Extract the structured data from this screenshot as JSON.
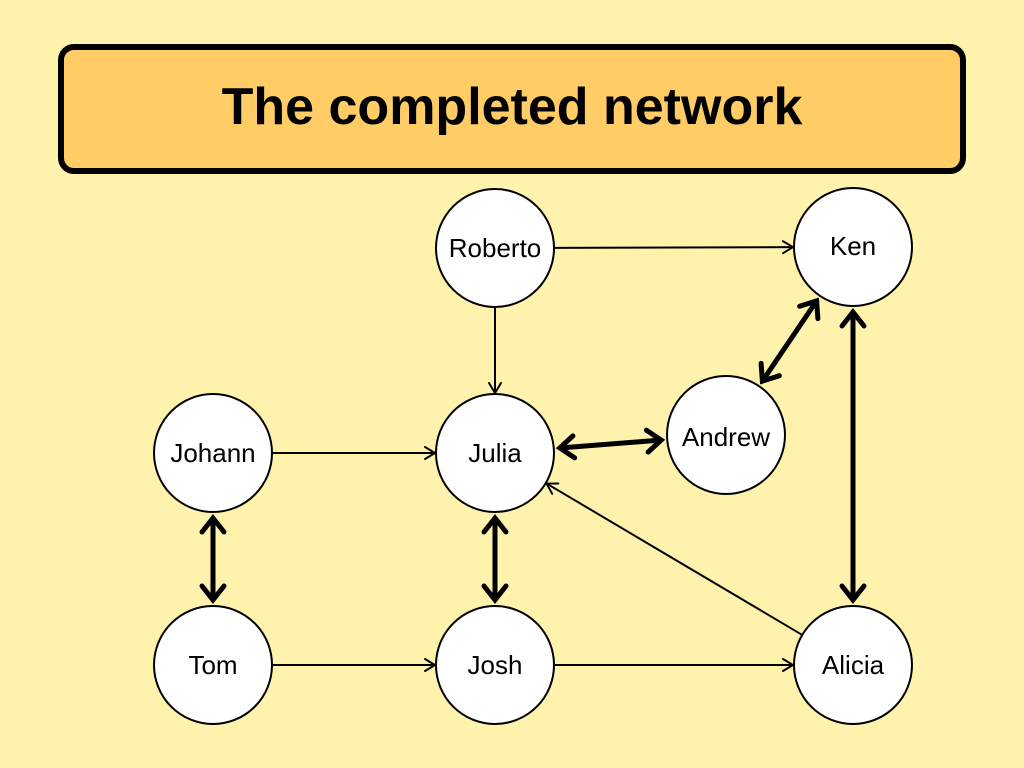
{
  "title": "The completed network",
  "colors": {
    "background": "#FFF2AC",
    "title_fill": "#FFCC66",
    "node_fill": "#FFFFFF",
    "stroke": "#000000"
  },
  "nodes": [
    {
      "id": "roberto",
      "label": "Roberto"
    },
    {
      "id": "ken",
      "label": "Ken"
    },
    {
      "id": "andrew",
      "label": "Andrew"
    },
    {
      "id": "johann",
      "label": "Johann"
    },
    {
      "id": "julia",
      "label": "Julia"
    },
    {
      "id": "tom",
      "label": "Tom"
    },
    {
      "id": "josh",
      "label": "Josh"
    },
    {
      "id": "alicia",
      "label": "Alicia"
    }
  ],
  "edges": [
    {
      "from": "roberto",
      "to": "ken",
      "type": "directed"
    },
    {
      "from": "roberto",
      "to": "julia",
      "type": "directed"
    },
    {
      "from": "johann",
      "to": "julia",
      "type": "directed"
    },
    {
      "from": "tom",
      "to": "josh",
      "type": "directed"
    },
    {
      "from": "josh",
      "to": "alicia",
      "type": "directed"
    },
    {
      "from": "alicia",
      "to": "julia",
      "type": "directed"
    },
    {
      "from": "julia",
      "to": "andrew",
      "type": "bidirectional"
    },
    {
      "from": "andrew",
      "to": "ken",
      "type": "bidirectional"
    },
    {
      "from": "ken",
      "to": "alicia",
      "type": "bidirectional"
    },
    {
      "from": "julia",
      "to": "josh",
      "type": "bidirectional"
    },
    {
      "from": "johann",
      "to": "tom",
      "type": "bidirectional"
    }
  ]
}
